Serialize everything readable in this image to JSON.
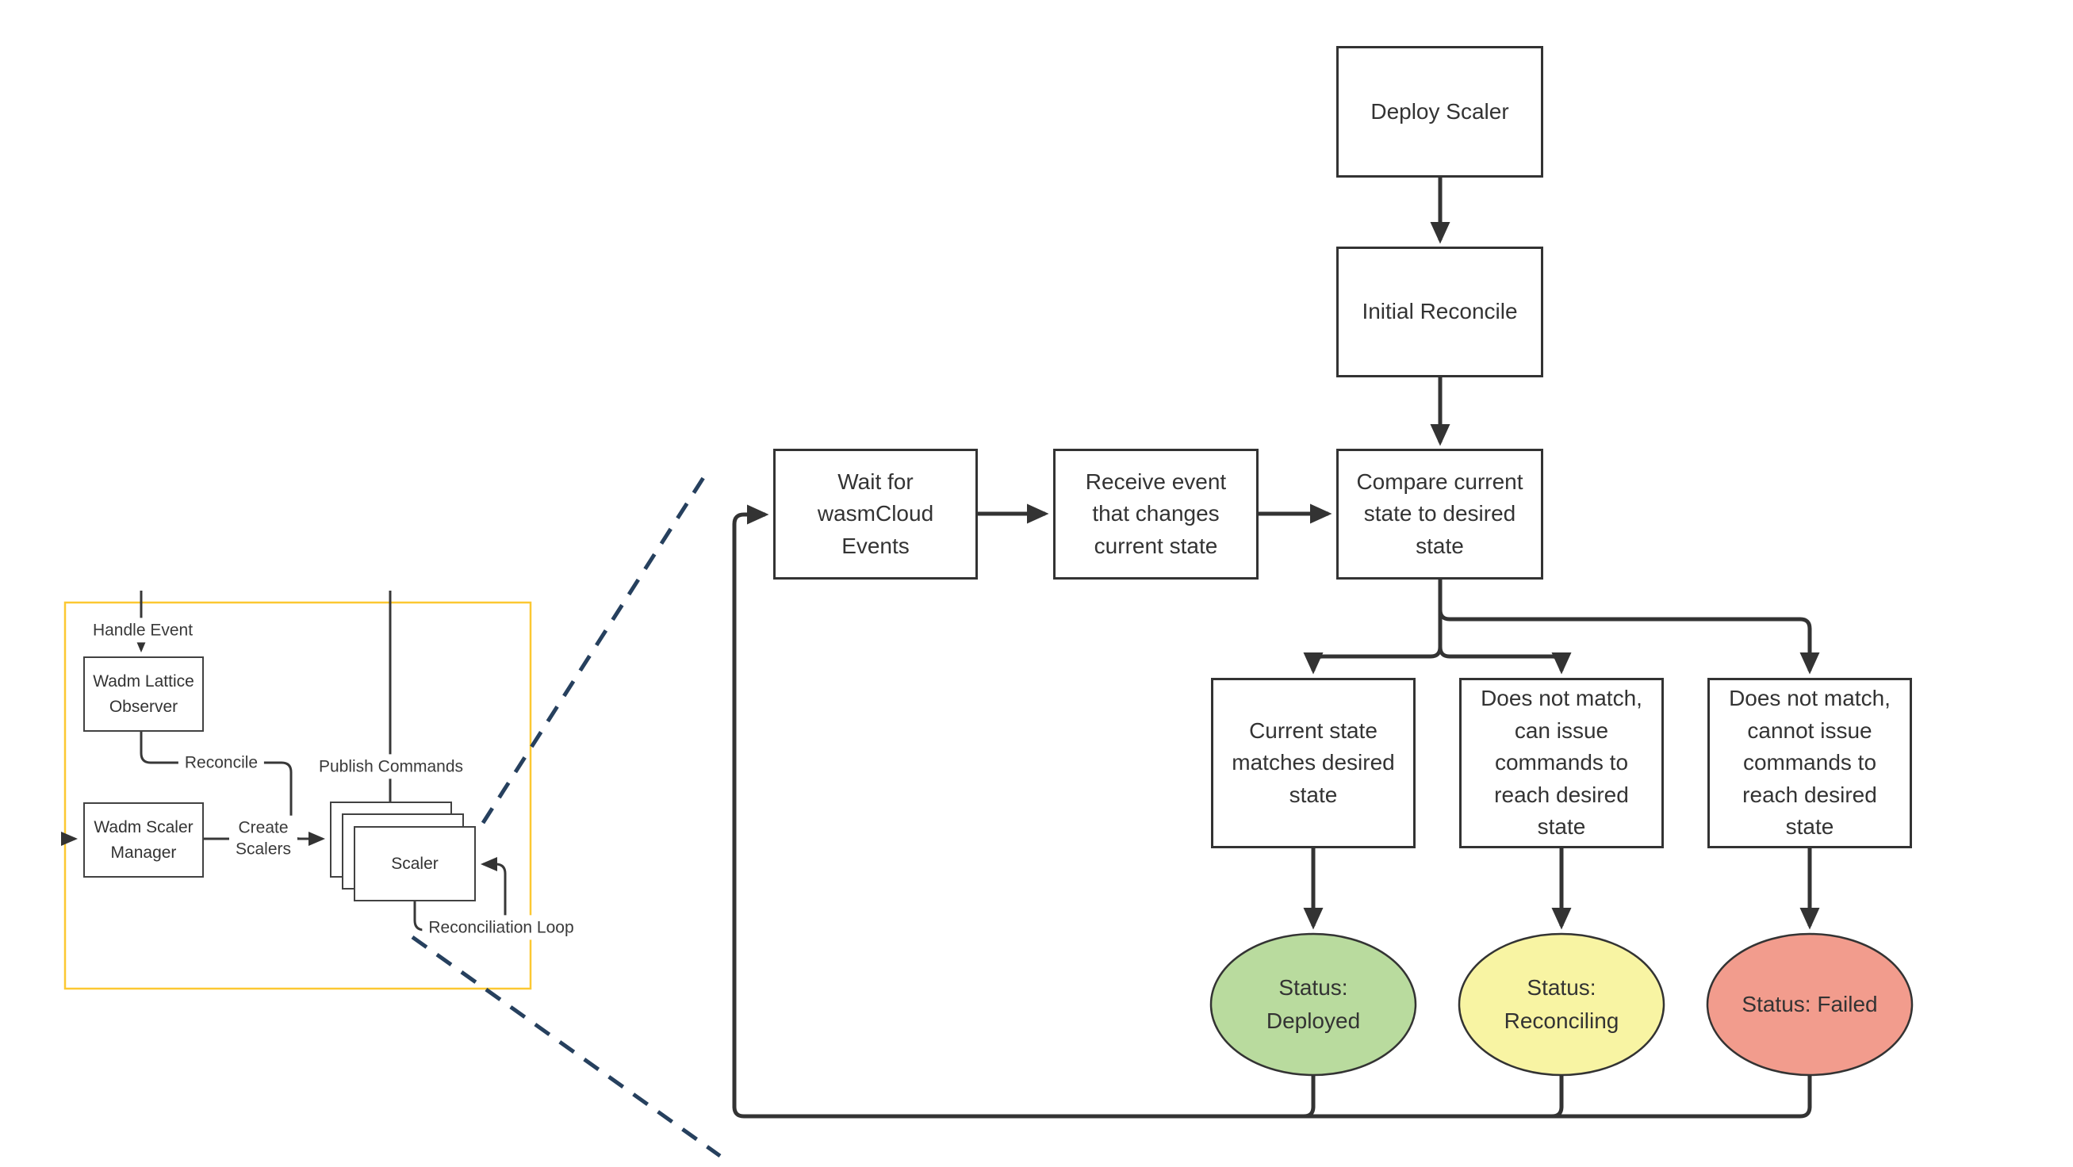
{
  "colors": {
    "stroke": "#333333",
    "status_deployed_fill": "#b9db9e",
    "status_reconciling_fill": "#f8f4a3",
    "status_failed_fill": "#f29c8d",
    "inset_frame": "#fcc832",
    "callout_dash": "#26405e"
  },
  "flowchart": {
    "deploy": "Deploy Scaler",
    "initial_reconcile": "Initial Reconcile",
    "compare": "Compare current\nstate to desired\nstate",
    "wait": "Wait for\nwasmCloud\nEvents",
    "receive": "Receive event\nthat changes\ncurrent state",
    "match": "Current state\nmatches desired\nstate",
    "can_issue": "Does not match,\ncan issue\ncommands to\nreach desired\nstate",
    "cannot_issue": "Does not match,\ncannot issue\ncommands to\nreach desired\nstate",
    "status_deployed": "Status:\nDeployed",
    "status_reconciling": "Status:\nReconciling",
    "status_failed": "Status: Failed"
  },
  "inset": {
    "observer": "Wadm Lattice\nObserver",
    "manager": "Wadm Scaler\nManager",
    "scaler": "Scaler",
    "labels": {
      "handle_event": "Handle Event",
      "reconcile": "Reconcile",
      "create_scalers": "Create\nScalers",
      "publish_commands": "Publish Commands",
      "reconciliation_loop": "Reconciliation Loop"
    }
  }
}
